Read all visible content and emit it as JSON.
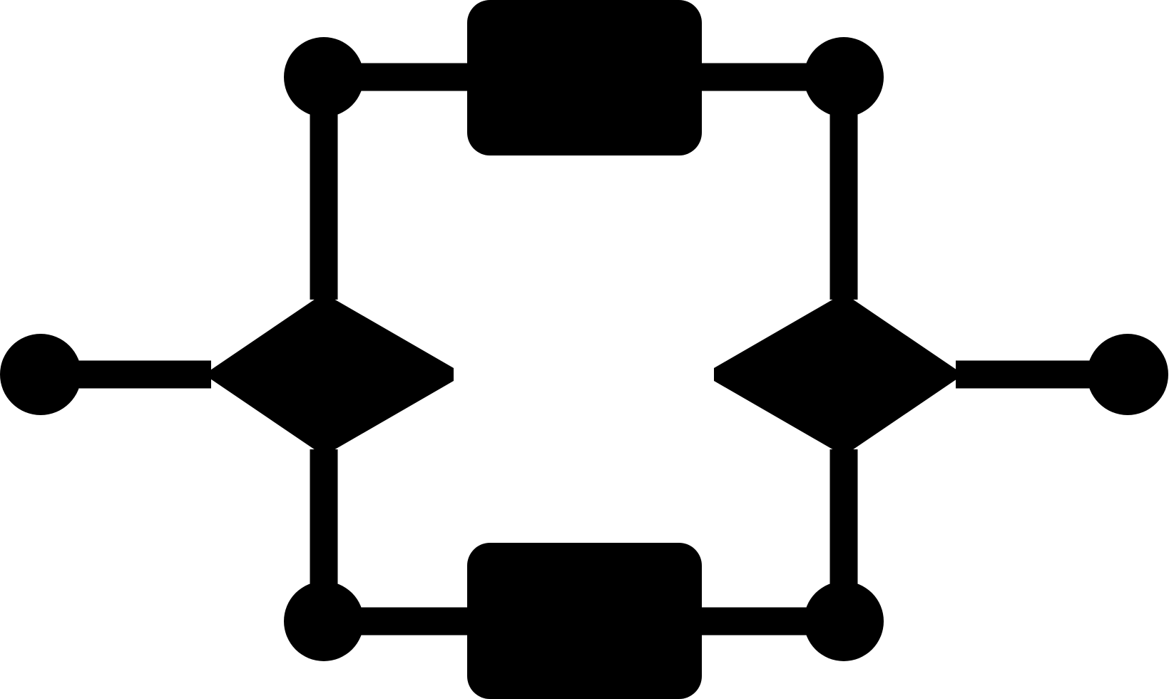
{
  "diagram": {
    "kind": "flowchart-icon",
    "colors": {
      "foreground": "#000000",
      "background": "#ffffff"
    },
    "nodes": [
      {
        "id": "input-terminal",
        "shape": "circle"
      },
      {
        "id": "split-decision",
        "shape": "diamond"
      },
      {
        "id": "top-left-junction",
        "shape": "circle"
      },
      {
        "id": "bottom-left-junction",
        "shape": "circle"
      },
      {
        "id": "top-process",
        "shape": "rounded-rectangle"
      },
      {
        "id": "bottom-process",
        "shape": "rounded-rectangle"
      },
      {
        "id": "top-right-junction",
        "shape": "circle"
      },
      {
        "id": "bottom-right-junction",
        "shape": "circle"
      },
      {
        "id": "merge-decision",
        "shape": "diamond"
      },
      {
        "id": "output-terminal",
        "shape": "circle"
      }
    ],
    "edges": [
      {
        "from": "input-terminal",
        "to": "split-decision"
      },
      {
        "from": "split-decision",
        "to": "top-left-junction"
      },
      {
        "from": "split-decision",
        "to": "bottom-left-junction"
      },
      {
        "from": "top-left-junction",
        "to": "top-process"
      },
      {
        "from": "bottom-left-junction",
        "to": "bottom-process"
      },
      {
        "from": "top-process",
        "to": "top-right-junction"
      },
      {
        "from": "bottom-process",
        "to": "bottom-right-junction"
      },
      {
        "from": "top-right-junction",
        "to": "merge-decision"
      },
      {
        "from": "bottom-right-junction",
        "to": "merge-decision"
      },
      {
        "from": "merge-decision",
        "to": "output-terminal"
      }
    ]
  }
}
